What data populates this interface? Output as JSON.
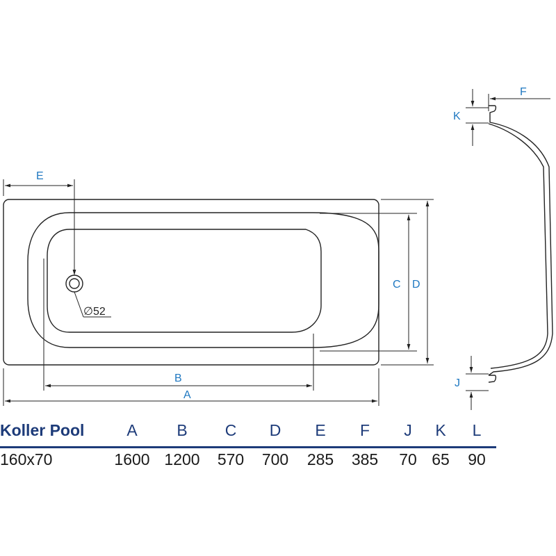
{
  "labels": {
    "A": "A",
    "B": "B",
    "C": "C",
    "D": "D",
    "E": "E",
    "F": "F",
    "J": "J",
    "K": "K",
    "drain": "∅52"
  },
  "colors": {
    "dimension": "#1f78c1",
    "outline": "#222222",
    "header": "#1d3b79"
  },
  "table": {
    "model_header": "Koller Pool",
    "columns": [
      "A",
      "B",
      "C",
      "D",
      "E",
      "F",
      "J",
      "K",
      "L"
    ],
    "row": {
      "model": "160x70",
      "values": [
        "1600",
        "1200",
        "570",
        "700",
        "285",
        "385",
        "70",
        "65",
        "90"
      ]
    }
  }
}
